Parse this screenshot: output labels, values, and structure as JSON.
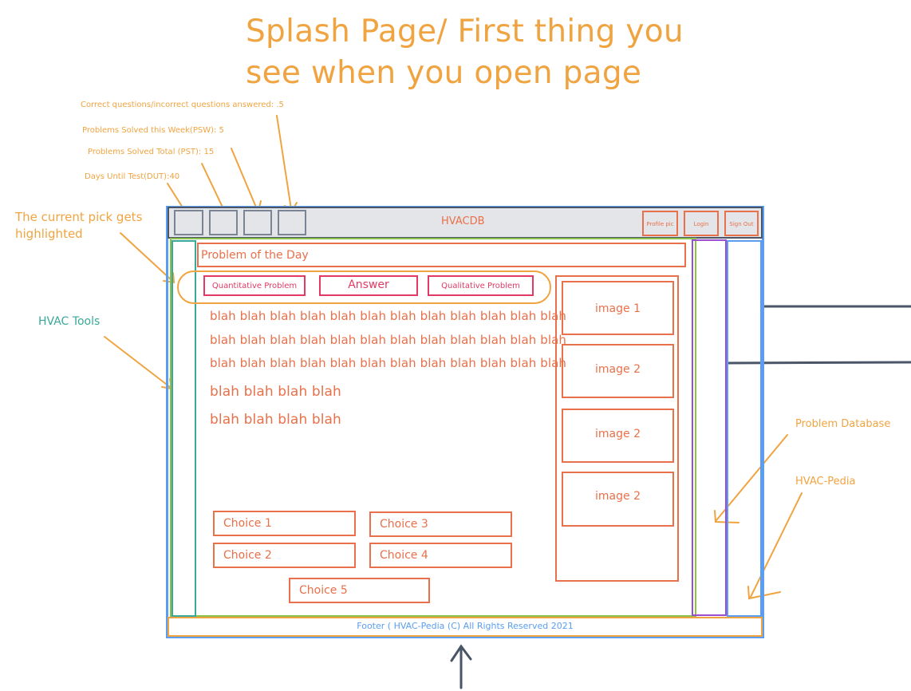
{
  "title_line1": "Splash Page/ First thing you",
  "title_line2": "see when you open page",
  "stats": {
    "ratio": "Correct questions/incorrect questions answered: .5",
    "psw": "Problems Solved this Week(PSW): 5",
    "pst": "Problems Solved Total (PST): 15",
    "dut": "Days Until Test(DUT):40"
  },
  "notes": {
    "current_pick_1": "The current pick gets",
    "current_pick_2": "highlighted",
    "hvac_tools": "HVAC Tools",
    "problem_database": "Problem Database",
    "hvac_pedia": "HVAC-Pedia"
  },
  "header": {
    "app_title": "HVACDB",
    "profile_label": "Profile pic",
    "login_label": "Login",
    "signout_label": "Sign Out"
  },
  "main": {
    "problem_of_day": "Problem of the Day",
    "tabs": {
      "quantitative": "Quantitative Problem",
      "answer": "Answer",
      "qualitative": "Qualitative Problem"
    },
    "blah_lines": [
      "blah blah blah blah blah blah blah blah blah blah blah blah",
      "blah blah blah blah blah blah blah blah blah blah blah blah",
      "blah blah blah blah blah blah blah blah blah blah blah blah",
      "blah blah blah blah",
      "blah blah blah blah"
    ],
    "choices": [
      "Choice 1",
      "Choice 2",
      "Choice 3",
      "Choice 4",
      "Choice 5"
    ],
    "images": [
      "image 1",
      "image 2",
      "image 2",
      "image 2"
    ]
  },
  "footer": {
    "text": "Footer ( HVAC-Pedia (C) All Rights Reserved 2021"
  },
  "colors": {
    "accent_orange": "#f0a441",
    "red_orange": "#e8704a",
    "pink": "#e23a63",
    "frame_blue": "#5b9df0",
    "teal": "#3aa89a",
    "purple": "#9a4fd0",
    "header_gray": "#e4e5e8",
    "dark_slate": "#4a5568"
  }
}
